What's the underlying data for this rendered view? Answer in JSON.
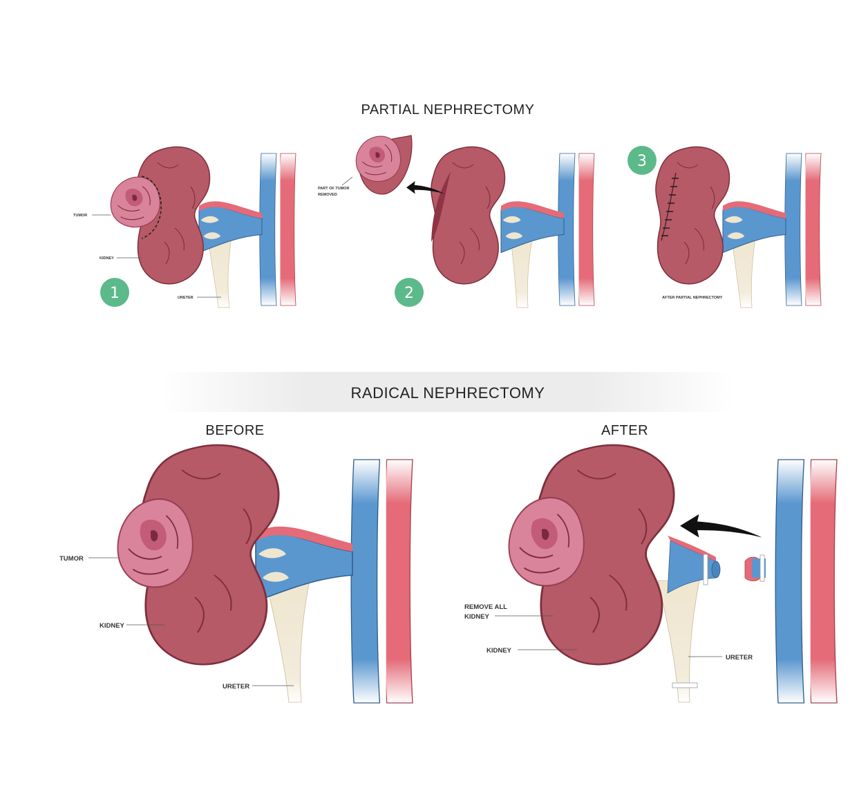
{
  "partial": {
    "title": "PARTIAL NEPHRECTOMY",
    "steps": [
      "1",
      "2",
      "3"
    ],
    "labels": {
      "tumor": "TUMOR",
      "kidney": "KIDNEY",
      "ureter": "URETER",
      "part_removed_line1": "PART OF TUMOR",
      "part_removed_line2": "REMOVED",
      "after": "AFTER PARTIAL NEPHRECTOMY"
    }
  },
  "radical": {
    "title": "RADICAL NEPHRECTOMY",
    "before_title": "BEFORE",
    "after_title": "AFTER",
    "labels": {
      "tumor": "TUMOR",
      "kidney": "KIDNEY",
      "ureter": "URETER",
      "remove_line1": "REMOVE ALL",
      "remove_line2": "KIDNEY"
    }
  },
  "colors": {
    "kidney": "#b55a66",
    "kidney_outline": "#7e2e3b",
    "tumor": "#d9849b",
    "vein": "#5b97cf",
    "artery": "#e46b77",
    "ureter": "#efe6cf",
    "step_badge": "#5cb98a"
  }
}
